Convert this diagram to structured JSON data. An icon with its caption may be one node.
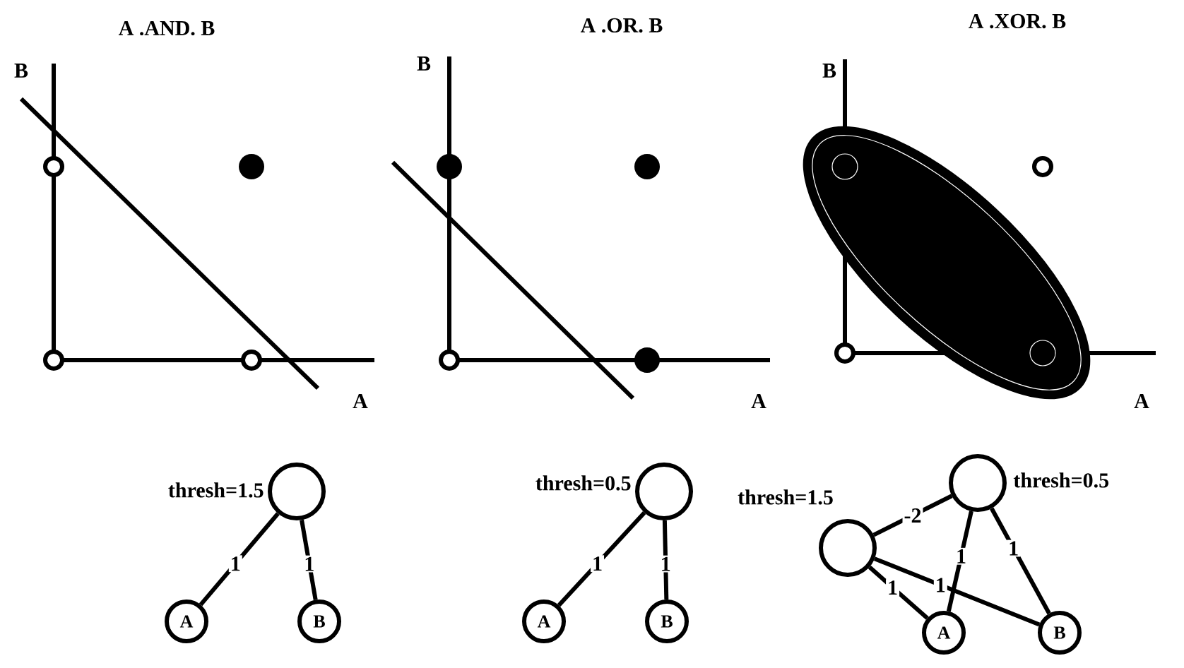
{
  "diagram": {
    "nodes": [
      {
        "text": [],
        "shape": "circle",
        "beside": [
          "thresh=1.5"
        ]
      },
      {
        "text": [
          "A"
        ]
      },
      {
        "text": [
          "B"
        ]
      },
      {
        "text": [],
        "shape": "circle",
        "beside": [
          "thresh=0.5"
        ]
      },
      {
        "text": [
          "A"
        ]
      },
      {
        "text": [
          "B"
        ]
      },
      {
        "text": [],
        "shape": "circle",
        "beside": [
          "thresh=0.5"
        ]
      },
      {
        "text": [],
        "shape": "circle",
        "beside": [
          "thresh=1.5"
        ]
      },
      {
        "text": [
          "A"
        ]
      },
      {
        "text": [
          "B"
        ]
      }
    ],
    "edges": [
      {
        "from": 1,
        "to": 0,
        "arrow": "none",
        "label": "1"
      },
      {
        "from": 2,
        "to": 0,
        "arrow": "none",
        "label": "1"
      },
      {
        "from": 4,
        "to": 3,
        "arrow": "none",
        "label": "1"
      },
      {
        "from": 5,
        "to": 3,
        "arrow": "none",
        "label": "1"
      },
      {
        "from": 7,
        "to": 6,
        "arrow": "none",
        "label": "-2"
      },
      {
        "from": 8,
        "to": 6,
        "arrow": "none",
        "label": "1"
      },
      {
        "from": 9,
        "to": 6,
        "arrow": "none",
        "label": "1"
      },
      {
        "from": 8,
        "to": 7,
        "arrow": "none",
        "label": "1"
      },
      {
        "from": 9,
        "to": 7,
        "arrow": "none",
        "label": "1"
      }
    ],
    "labels": [
      "A .AND. B",
      "A .OR. B",
      "A .XOR. B",
      "B",
      "B",
      "B",
      "A",
      "A",
      "A"
    ]
  }
}
